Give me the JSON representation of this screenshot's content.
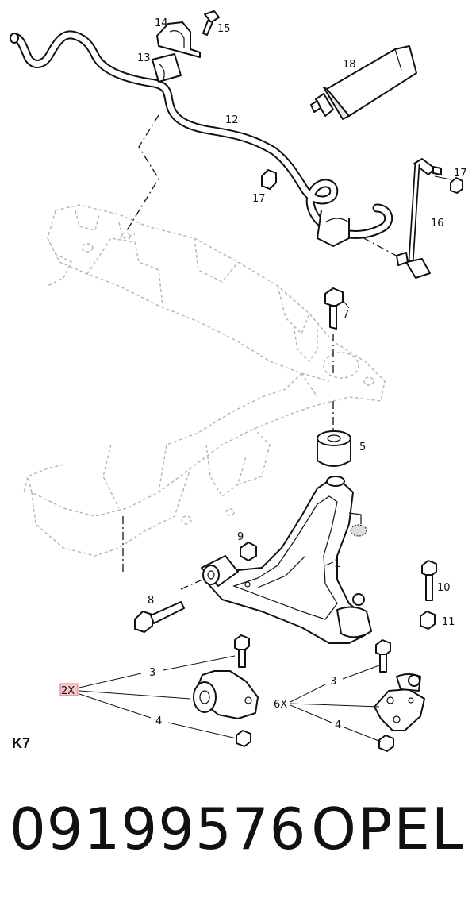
{
  "diagram": {
    "sheet_code": "K7",
    "callouts": {
      "c1": "1",
      "c3a": "3",
      "c3b": "3",
      "c4a": "4",
      "c4b": "4",
      "c5": "5",
      "c7": "7",
      "c8": "8",
      "c9": "9",
      "c10": "10",
      "c11": "11",
      "c12": "12",
      "c13": "13",
      "c14": "14",
      "c15": "15",
      "c16": "16",
      "c17a": "17",
      "c17b": "17",
      "c18": "18"
    },
    "quantities": {
      "bushing_qty": "2X",
      "balljoint_qty": "6X"
    }
  },
  "footer": {
    "part_number": "09199576",
    "brand": "OPEL"
  }
}
